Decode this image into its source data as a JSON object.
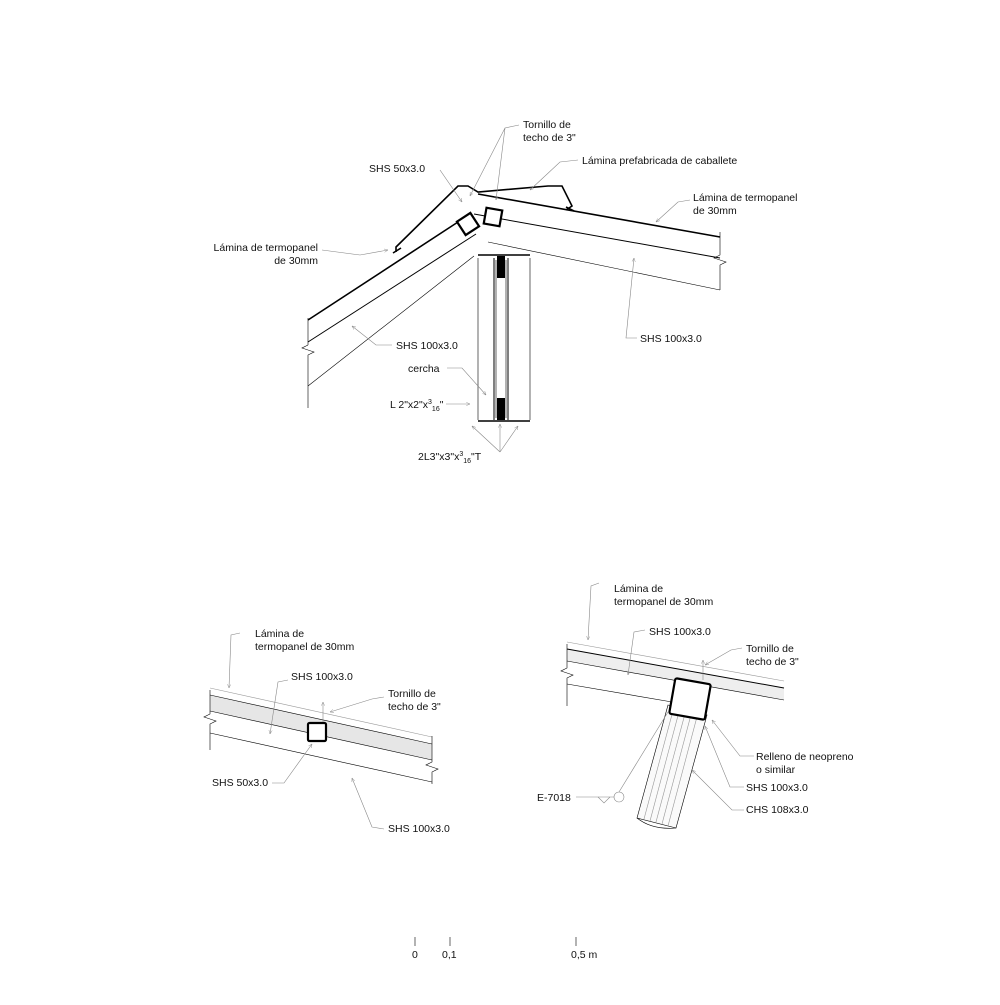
{
  "ridge_detail": {
    "tornillo": [
      "Tornillo de",
      "techo de 3\""
    ],
    "lamina_caballete": "Lámina prefabricada de caballete",
    "shs_small": "SHS 50x3.0",
    "termopanel_left": [
      "Lámina de termopanel",
      "de 30mm"
    ],
    "termopanel_right": [
      "Lámina de termopanel",
      "de 30mm"
    ],
    "shs_left": "SHS 100x3.0",
    "shs_right": "SHS 100x3.0",
    "cercha": "cercha",
    "angle_l": {
      "base": "L 2\"x2\"x",
      "num": "3",
      "den": "16",
      "tail": "\""
    },
    "angle_2l": {
      "base": "2L3\"x3\"x",
      "num": "3",
      "den": "16",
      "tail": "\"T"
    }
  },
  "purlin_detail": {
    "termopanel": [
      "Lámina de",
      "termopanel de 30mm"
    ],
    "shs_top": "SHS 100x3.0",
    "tornillo": [
      "Tornillo de",
      "techo de 3\""
    ],
    "shs_small": "SHS 50x3.0",
    "shs_bottom": "SHS 100x3.0"
  },
  "column_detail": {
    "termopanel": [
      "Lámina de",
      "termopanel de 30mm"
    ],
    "shs_top": "SHS 100x3.0",
    "tornillo": [
      "Tornillo de",
      "techo de 3\""
    ],
    "relleno": [
      "Relleno de neopreno",
      "o similar"
    ],
    "shs_bottom": "SHS 100x3.0",
    "chs": "CHS 108x3.0",
    "weld": "E-7018"
  },
  "scale_bar": {
    "labels": [
      "0",
      "0,1",
      "0,5 m"
    ]
  }
}
